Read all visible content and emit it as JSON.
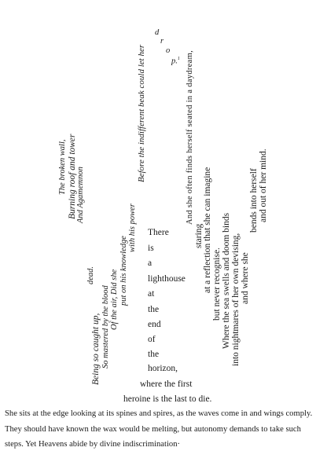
{
  "poem": {
    "left_verse": [
      "The broken wall,",
      "Burning roof and tower",
      "And Agamemnon",
      "dead.",
      "Being so caught up,",
      "So mastered by the blood",
      "Of the air, Did she",
      "put on his knowledge",
      "with his power",
      "Before the indifferent beak could let her"
    ],
    "drop_letters": [
      "d",
      "r",
      "o",
      "p."
    ],
    "footnote_mark": "1",
    "column": [
      "There",
      "is",
      "a",
      "lighthouse",
      "at",
      "the",
      "end",
      "of",
      "the",
      "horizon,",
      "where the first",
      "heroine is the last to die."
    ],
    "right_verse": [
      "And she often finds herself seated in a daydream,",
      "staring",
      "at a reflection that she can imagine",
      "but never recognise.",
      "Where the sea swells and doom binds",
      "into nightmares of her own devising,",
      "and where she",
      "bends into herself",
      "and out of her mind."
    ]
  },
  "prose": [
    "She sits at the edge looking at its spines and spires, as the waves come in and wings comply.",
    "They should have known the wax would be melting, but autonomy demands to take such",
    "steps. Yet Heavens abide by divine indiscrimination·"
  ]
}
